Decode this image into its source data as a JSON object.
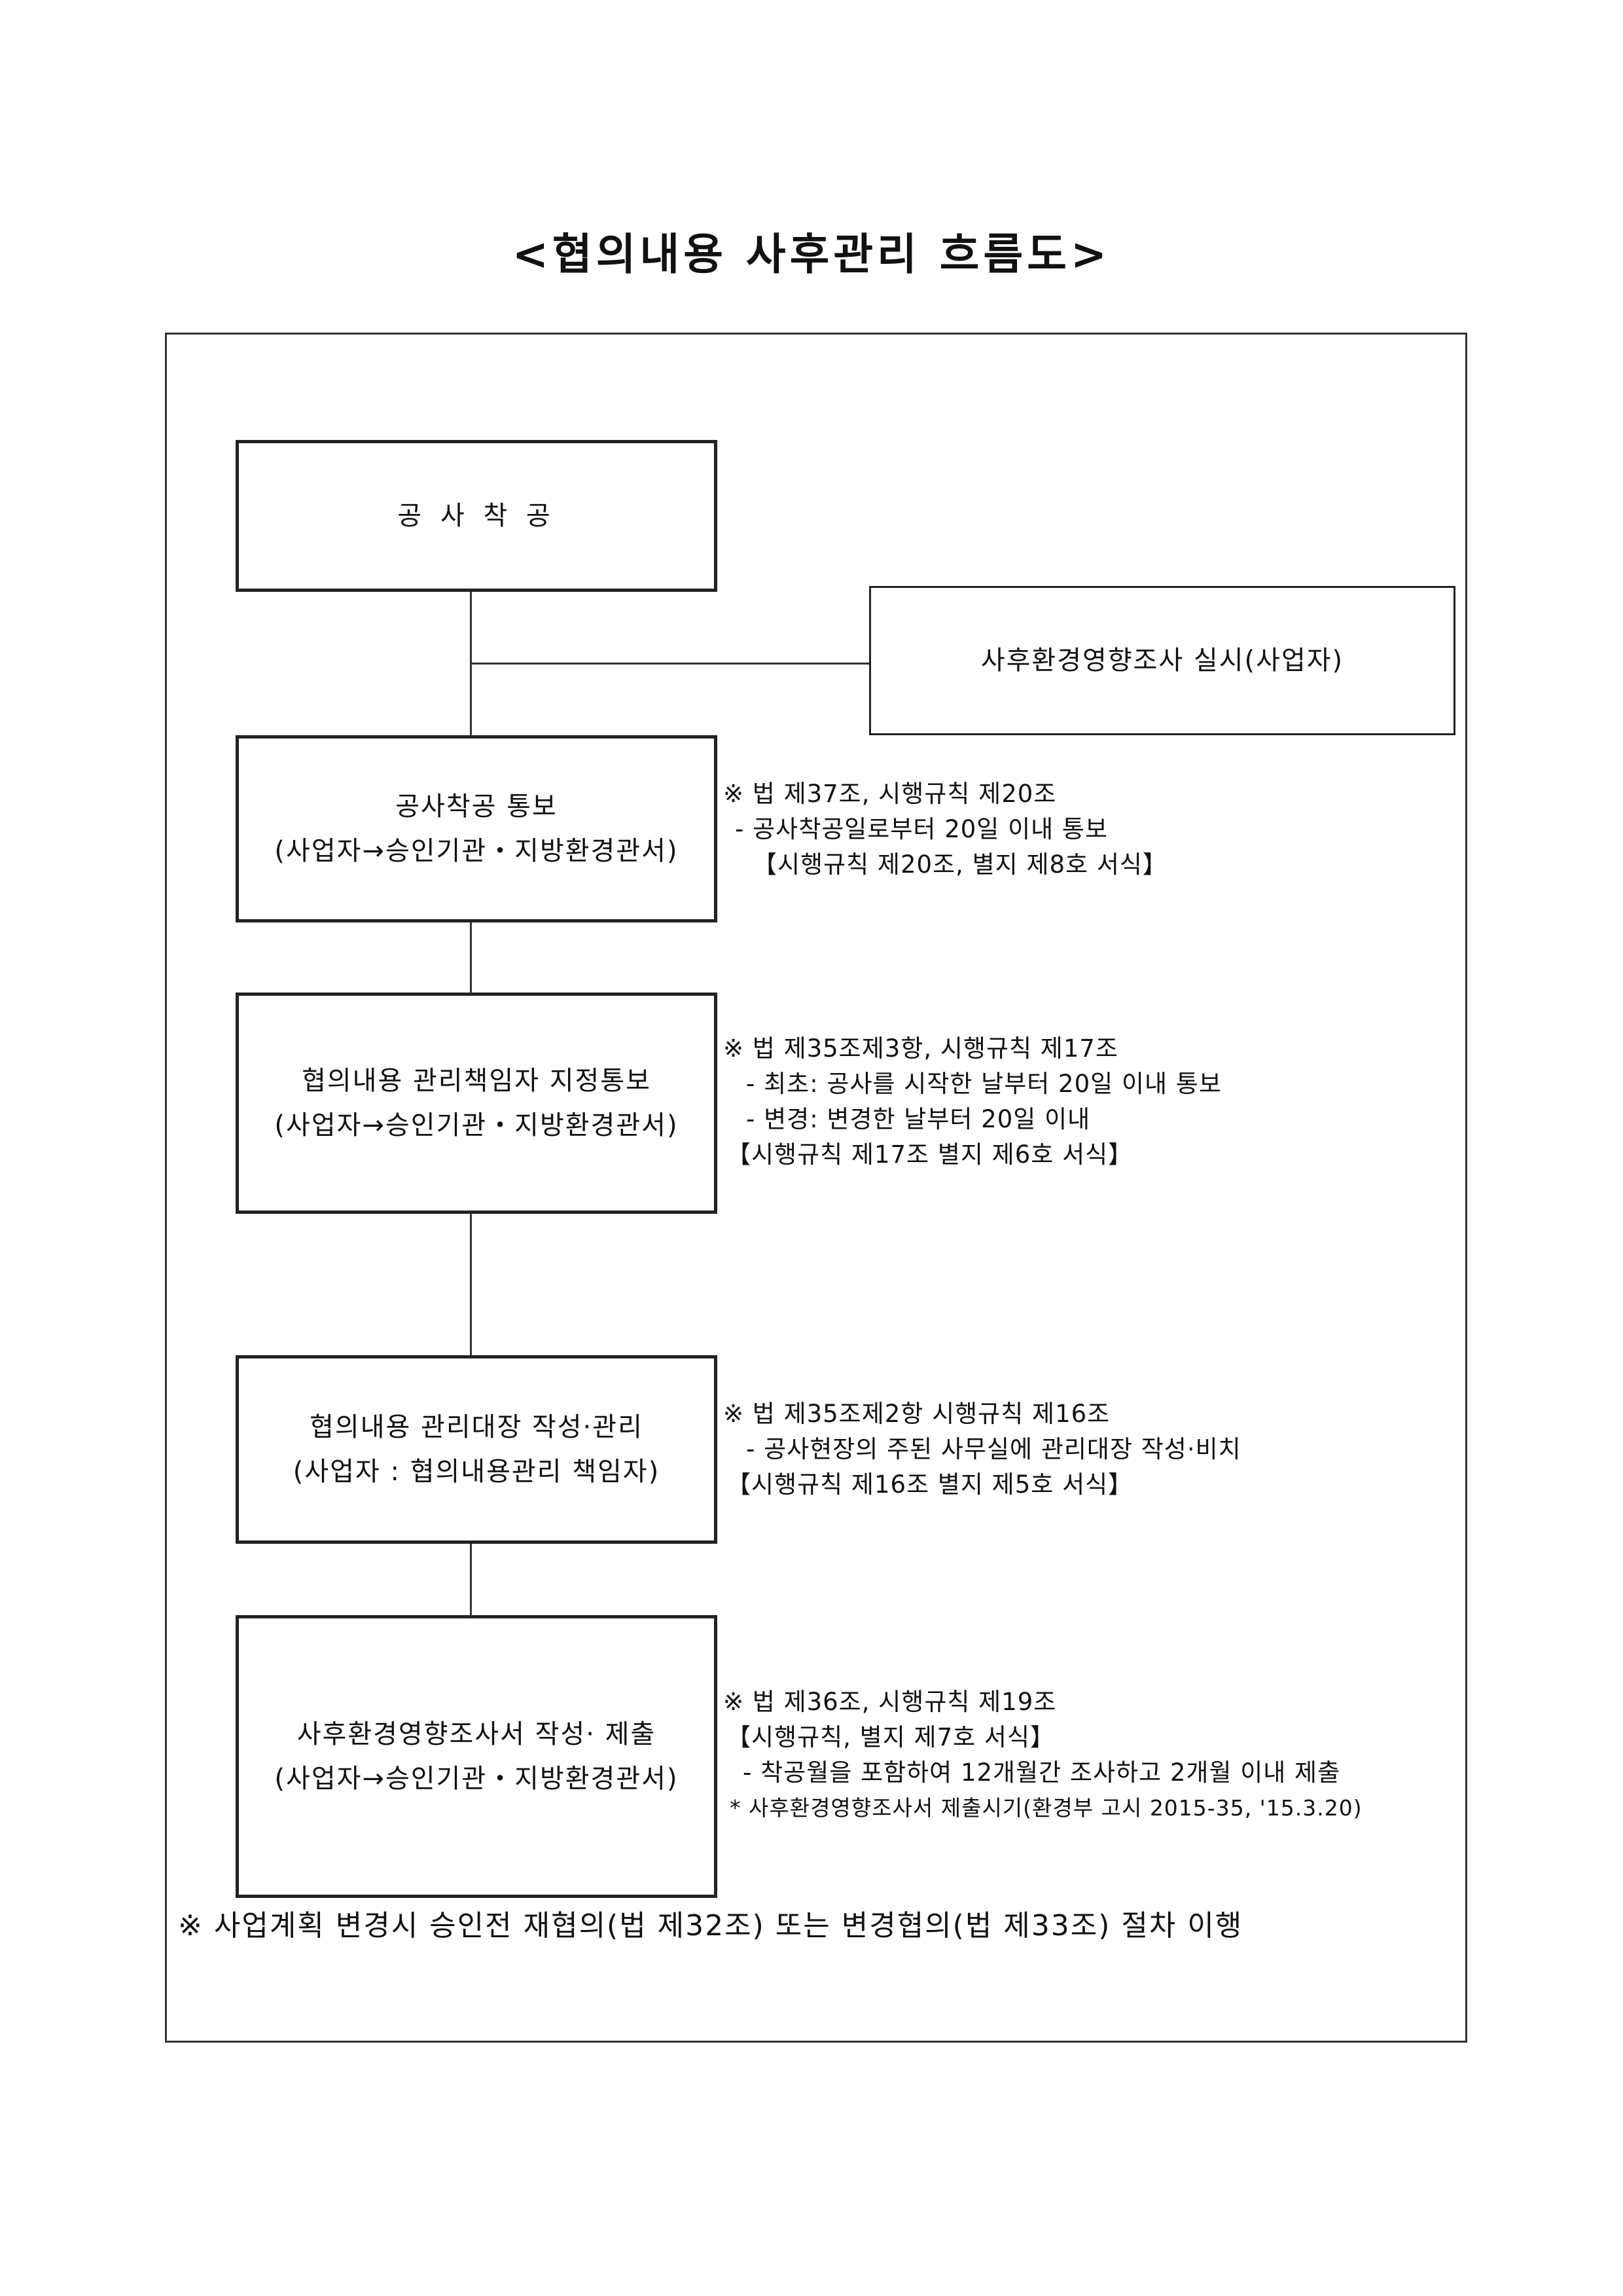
{
  "title": "<협의내용 사후관리 흐름도>",
  "boxes": {
    "start": {
      "line1": "공 사 착 공"
    },
    "side": {
      "line1": "사후환경영향조사 실시(사업자)"
    },
    "notice": {
      "line1": "공사착공 통보",
      "line2": "(사업자→승인기관・지방환경관서)"
    },
    "manager": {
      "line1": "협의내용 관리책임자 지정통보",
      "line2": "(사업자→승인기관・지방환경관서)"
    },
    "ledger": {
      "line1": "협의내용 관리대장 작성·관리",
      "line2": "(사업자 : 협의내용관리 책임자)"
    },
    "report": {
      "line1": "사후환경영향조사서 작성· 제출",
      "line2": "(사업자→승인기관・지방환경관서)"
    }
  },
  "notes": {
    "notice": [
      "※ 법 제37조, 시행규칙 제20조",
      "- 공사착공일로부터 20일 이내 통보",
      "【시행규칙 제20조, 별지 제8호 서식】"
    ],
    "manager": [
      "※ 법 제35조제3항, 시행규칙 제17조",
      "- 최초: 공사를 시작한 날부터 20일 이내 통보",
      "- 변경: 변경한 날부터 20일 이내",
      "【시행규칙 제17조 별지 제6호 서식】"
    ],
    "ledger": [
      "※ 법 제35조제2항 시행규칙 제16조",
      "- 공사현장의 주된 사무실에 관리대장 작성·비치",
      "【시행규칙 제16조 별지 제5호 서식】"
    ],
    "report": [
      "※ 법 제36조, 시행규칙 제19조",
      "【시행규칙, 별지 제7호 서식】",
      "- 착공월을 포함하여 12개월간 조사하고 2개월 이내 제출",
      "* 사후환경영향조사서 제출시기(환경부 고시 2015-35, '15.3.20)"
    ]
  },
  "footnote": "※ 사업계획 변경시 승인전 재협의(법 제32조) 또는 변경협의(법 제33조) 절차 이행"
}
